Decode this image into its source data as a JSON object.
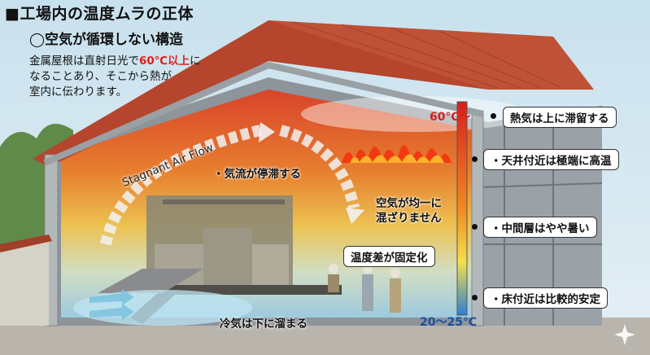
{
  "title": "■工場内の温度ムラの正体",
  "subtitle": "◯空気が循環しない構造",
  "description": {
    "line1_pre": "金属屋根は直射日光で",
    "line1_highlight": "60℃以上",
    "line1_post": "に",
    "line2": "なることあり、そこから熱が",
    "line3": "室内に伝わります。"
  },
  "airflow_label": "Stagnant Air Flow",
  "annotations": {
    "stagnation": "・気流が停滞する",
    "not_mixing_1": "空気が均一に",
    "not_mixing_2": "混ざりません",
    "temp_fixed": "温度差が固定化",
    "cold_air": "冷気は下に溜まる"
  },
  "temperature_scale": {
    "top_label": "60℃〜",
    "bottom_label": "20〜25℃"
  },
  "callouts": [
    "熱気は上に滞留する",
    "・天井付近は極端に高温",
    "・中間層はやや暑い",
    "・床付近は比較的安定"
  ],
  "colors": {
    "roof": "#b5452c",
    "hot": "#e8341c",
    "warm": "#f5a623",
    "cool": "#9fd4e8",
    "highlight_text": "#e0201c"
  },
  "icons": [
    "sparkle-icon"
  ]
}
